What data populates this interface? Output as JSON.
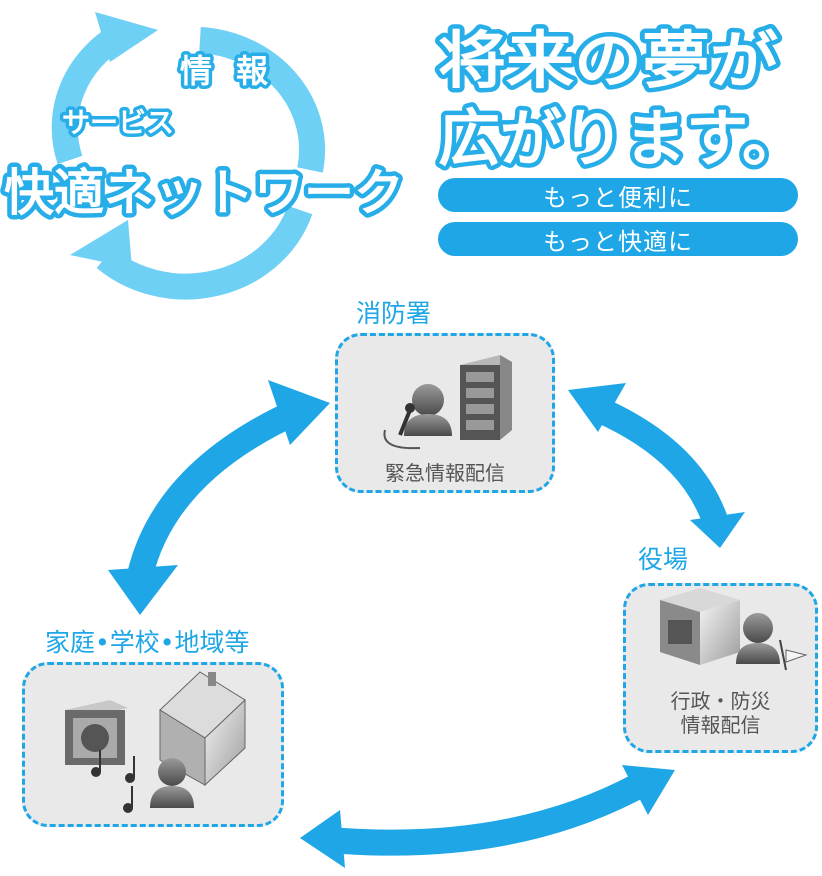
{
  "header": {
    "cycle_word_top": "情報",
    "cycle_word_left": "サービス",
    "main_title": "快適ネットワーク",
    "headline_line1": "将来の夢が",
    "headline_line2": "広がります。",
    "pill_1": "もっと便利に",
    "pill_2": "もっと快適に"
  },
  "nodes": {
    "fire_station": {
      "label": "消防署",
      "caption": "緊急情報配信"
    },
    "town_hall": {
      "label": "役場",
      "caption_line1": "行政・防災",
      "caption_line2": "情報配信"
    },
    "home": {
      "label": "家庭•学校•地域等"
    }
  },
  "colors": {
    "accent": "#1ea6e6",
    "light_accent": "#6fd0f5",
    "box_fill": "#e9e9e9"
  },
  "icons": [
    "circular-arrows-icon",
    "person-microphone-icon",
    "server-rack-icon",
    "building-icon",
    "person-flag-icon",
    "radio-speaker-icon",
    "house-icon",
    "music-note-icon",
    "person-icon",
    "double-arrow-icon"
  ]
}
